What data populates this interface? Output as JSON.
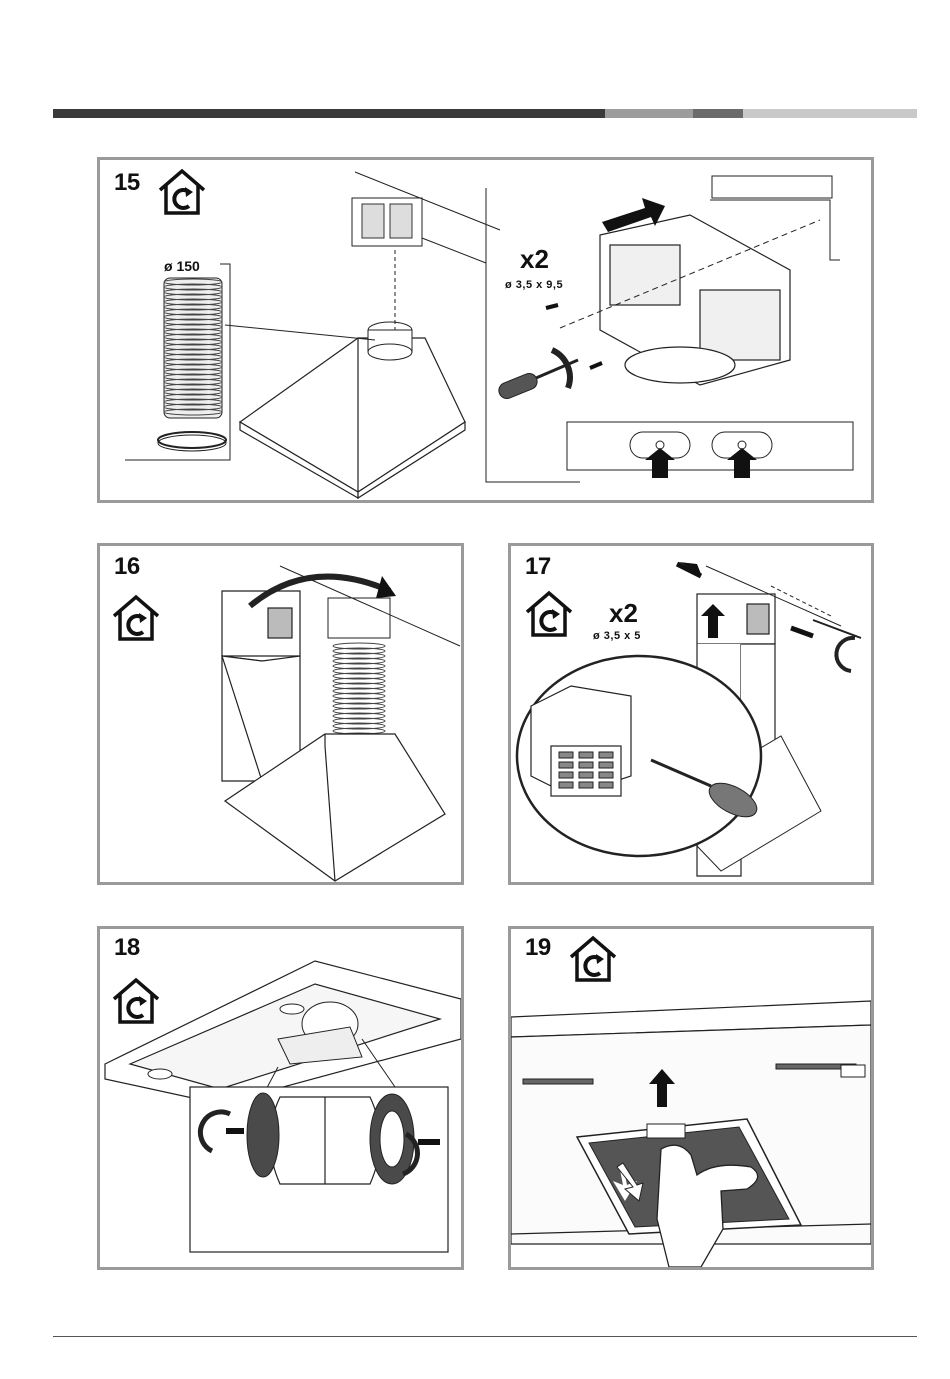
{
  "steps": [
    {
      "number": "15",
      "quantity": "x2",
      "screw_size": "ø 3,5 x 9,5",
      "duct_diameter": "ø 150"
    },
    {
      "number": "16"
    },
    {
      "number": "17",
      "quantity": "x2",
      "screw_size": "ø 3,5 x 5"
    },
    {
      "number": "18"
    },
    {
      "number": "19"
    }
  ],
  "icons": {
    "recirculation": "recirculation-house-icon",
    "direction": "arrow-icon",
    "tool": "screwdriver-icon"
  },
  "colors": {
    "bar_dark": "#3a3a3a",
    "bar_mid": "#9c9c9c",
    "bar_accent": "#6b6b6b",
    "bar_light": "#c9c9c9",
    "panel_border": "#9a9a9a",
    "filter_fill": "#555555"
  }
}
